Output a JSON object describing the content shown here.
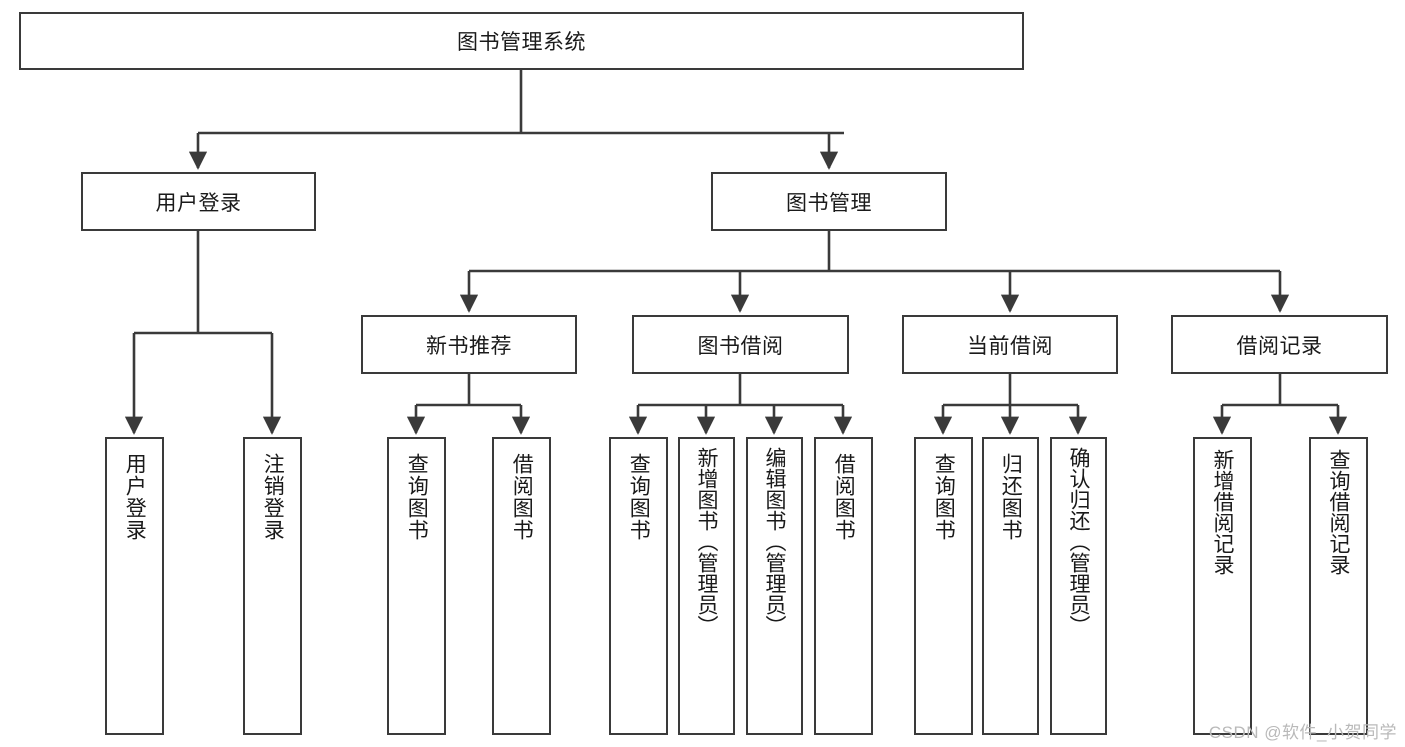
{
  "diagram": {
    "title": "图书管理系统",
    "type": "tree-hierarchy-diagram",
    "root": {
      "id": "root",
      "label": "图书管理系统"
    },
    "level2": [
      {
        "id": "user-login",
        "label": "用户登录"
      },
      {
        "id": "book-mgmt",
        "label": "图书管理"
      }
    ],
    "level3": [
      {
        "id": "new-book-rec",
        "label": "新书推荐",
        "parent": "book-mgmt"
      },
      {
        "id": "book-borrow",
        "label": "图书借阅",
        "parent": "book-mgmt"
      },
      {
        "id": "current-borrow",
        "label": "当前借阅",
        "parent": "book-mgmt"
      },
      {
        "id": "borrow-record",
        "label": "借阅记录",
        "parent": "book-mgmt"
      }
    ],
    "leaves": [
      {
        "id": "leaf-user-login",
        "label": "用户登录",
        "parent": "user-login"
      },
      {
        "id": "leaf-user-logout",
        "label": "注销登录",
        "parent": "user-login"
      },
      {
        "id": "leaf-query-book-1",
        "label": "查询图书",
        "parent": "new-book-rec"
      },
      {
        "id": "leaf-borrow-book-1",
        "label": "借阅图书",
        "parent": "new-book-rec"
      },
      {
        "id": "leaf-query-book-2",
        "label": "查询图书",
        "parent": "book-borrow"
      },
      {
        "id": "leaf-add-book",
        "label": "新增图书（管理员）",
        "parent": "book-borrow"
      },
      {
        "id": "leaf-edit-book",
        "label": "编辑图书（管理员）",
        "parent": "book-borrow"
      },
      {
        "id": "leaf-borrow-book-2",
        "label": "借阅图书",
        "parent": "book-borrow"
      },
      {
        "id": "leaf-query-book-3",
        "label": "查询图书",
        "parent": "current-borrow"
      },
      {
        "id": "leaf-return-book",
        "label": "归还图书",
        "parent": "current-borrow"
      },
      {
        "id": "leaf-confirm-return",
        "label": "确认归还（管理员）",
        "parent": "current-borrow"
      },
      {
        "id": "leaf-add-record",
        "label": "新增借阅记录",
        "parent": "borrow-record"
      },
      {
        "id": "leaf-query-record",
        "label": "查询借阅记录",
        "parent": "borrow-record"
      }
    ],
    "colors": {
      "stroke": "#3a3a3a",
      "text": "#1a1a1a",
      "background": "#ffffff",
      "watermark": "#b9b9b9"
    }
  },
  "watermark": {
    "text": "CSDN @软件_小贺同学"
  }
}
